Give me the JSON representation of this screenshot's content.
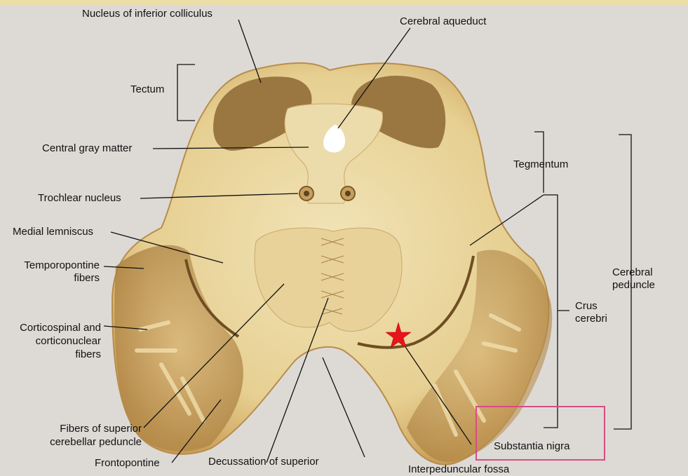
{
  "labels": {
    "nucleus_inferior_colliculus": "Nucleus of inferior colliculus",
    "cerebral_aqueduct": "Cerebral aqueduct",
    "tectum": "Tectum",
    "central_gray_matter": "Central gray matter",
    "tegmentum": "Tegmentum",
    "trochlear_nucleus": "Trochlear nucleus",
    "medial_lemniscus": "Medial lemniscus",
    "temporopontine_1": "Temporopontine",
    "temporopontine_2": "fibers",
    "cerebral_peduncle_1": "Cerebral",
    "cerebral_peduncle_2": "peduncle",
    "crus_cerebri_1": "Crus",
    "crus_cerebri_2": "cerebri",
    "corticospinal_1": "Corticospinal and",
    "corticospinal_2": "corticonuclear",
    "corticospinal_3": "fibers",
    "sup_cerebellar_1": "Fibers of superior",
    "sup_cerebellar_2": "cerebellar peduncle",
    "frontopontine": "Frontopontine",
    "decussation": "Decussation of superior",
    "interpeduncular_fossa": "Interpeduncular fossa",
    "substantia_nigra": "Substantia nigra"
  },
  "colors": {
    "background": "#dddad6",
    "tissue_light": "#e9d7a0",
    "tissue_mid": "#d4b271",
    "tissue_dark": "#8a6a35",
    "highlight_box": "#d94b86",
    "star": "#e8141b"
  },
  "icons": [
    "star-marker-icon"
  ]
}
